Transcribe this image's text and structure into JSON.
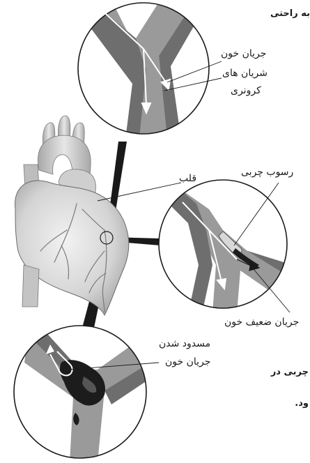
{
  "labels": {
    "blood_flow": "جریان خون",
    "coronary_line1": "شریان های",
    "coronary_line2": "کرونری",
    "heart": "قلب",
    "fat_deposit": "رسوب چربی",
    "weak_flow": "جریان ضعیف خون",
    "blockage_line1": "مسدود شدن",
    "blockage_line2": "جریان خون"
  },
  "margin_text": {
    "top_right": "به راحتی",
    "right_mid_1": "چربی در",
    "right_mid_2": "ود."
  },
  "colors": {
    "stroke": "#1a1a1a",
    "vessel": "#8e8e8e",
    "vessel_shadow": "#5c5c5c",
    "heart_fill": "#d6d6d6",
    "plaque": "#1c1c1c"
  }
}
